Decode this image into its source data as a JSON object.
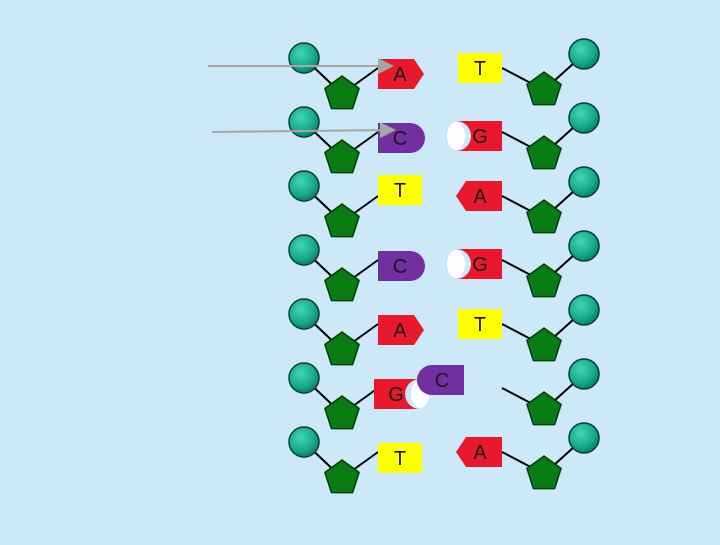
{
  "colors": {
    "background": "#cde9f9",
    "phosphate": "#1aa98a",
    "sugar": "#0a7a14",
    "A": "#e8192c",
    "T": "#ffff00",
    "G": "#e8192c",
    "C": "#7030a0",
    "pointer": "#a6a6a6"
  },
  "rows": [
    {
      "left": "A",
      "right": "T"
    },
    {
      "left": "C",
      "right": "G"
    },
    {
      "left": "T",
      "right": "A"
    },
    {
      "left": "C",
      "right": "G"
    },
    {
      "left": "A",
      "right": "T"
    },
    {
      "left": "G",
      "right": "C"
    },
    {
      "left": "T",
      "right": "A"
    }
  ]
}
